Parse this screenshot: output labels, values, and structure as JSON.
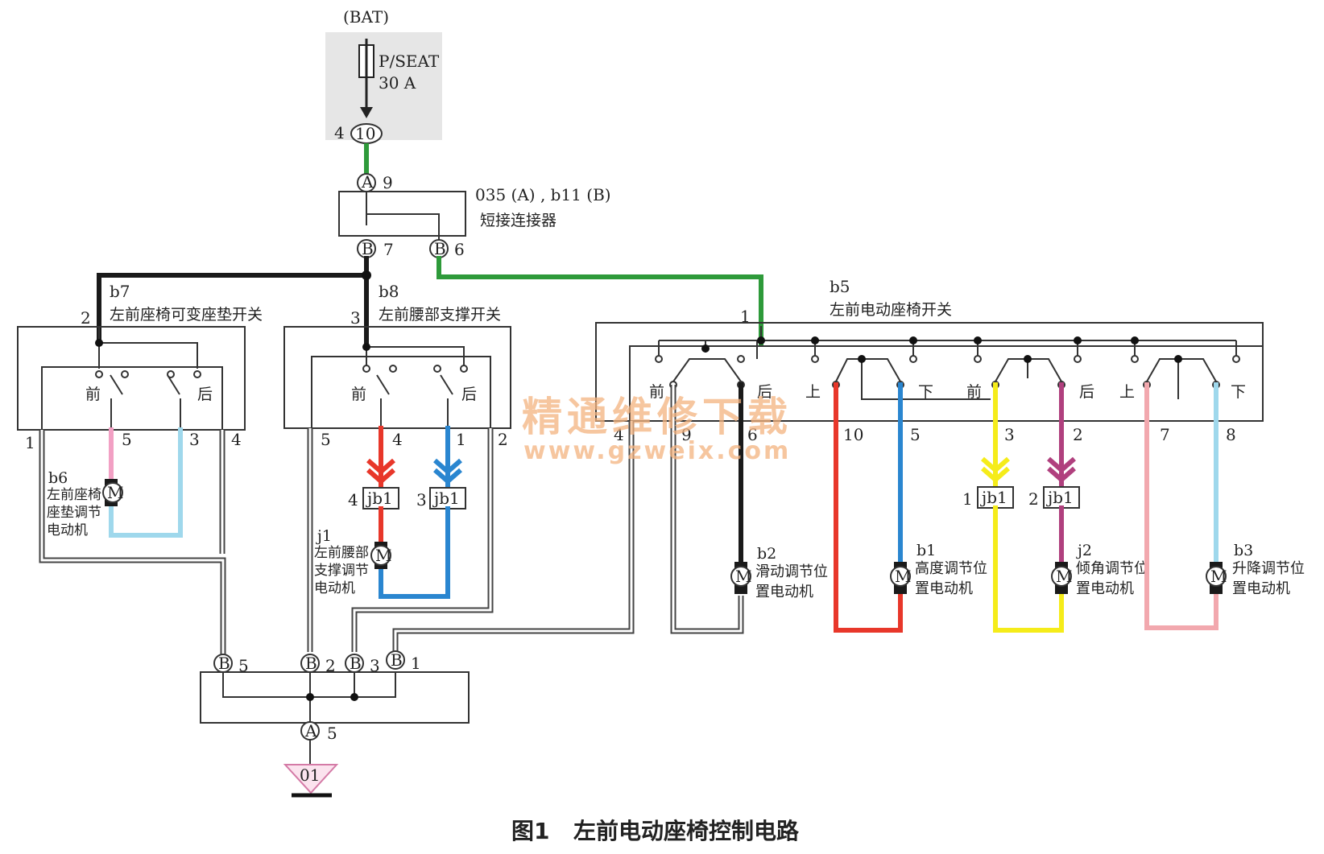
{
  "battery": "(BAT)",
  "fuse": {
    "name": "P/SEAT",
    "rating": "30 A"
  },
  "fuse_pins": {
    "left": "4",
    "right": "10"
  },
  "short_connector": {
    "code": "035 (A) , b11 (B)",
    "name": "短接连接器",
    "pin_in": "A",
    "pin_in_num": "9",
    "pin_b7": "B",
    "pin_b7_num": "7",
    "pin_b6": "B",
    "pin_b6_num": "6"
  },
  "switch_b7": {
    "code": "b7",
    "name": "左前座椅可变座垫开关",
    "pin_top": "2",
    "pos_front": "前",
    "pos_rear": "后",
    "pins": [
      "1",
      "5",
      "3",
      "4"
    ]
  },
  "switch_b8": {
    "code": "b8",
    "name": "左前腰部支撑开关",
    "pin_top": "3",
    "pos_front": "前",
    "pos_rear": "后",
    "pins": [
      "5",
      "4",
      "1",
      "2"
    ]
  },
  "switch_b5": {
    "code": "b5",
    "name": "左前电动座椅开关",
    "pin_top": "1",
    "positions": [
      "前",
      "后",
      "上",
      "下",
      "前",
      "后",
      "上",
      "下"
    ],
    "pins": [
      "4",
      "9",
      "6",
      "10",
      "5",
      "3",
      "2",
      "7",
      "8"
    ]
  },
  "motor_symbol": "M",
  "junction_label": "jb1",
  "junction_pins": [
    "4",
    "3",
    "1",
    "2"
  ],
  "motors": {
    "b6": {
      "code": "b6",
      "name": "左前座椅座垫调节电动机"
    },
    "j1": {
      "code": "j1",
      "name": "左前腰部支撑调节电动机"
    },
    "b2": {
      "code": "b2",
      "name": "滑动调节位置电动机"
    },
    "b1": {
      "code": "b1",
      "name": "高度调节位置电动机"
    },
    "j2": {
      "code": "j2",
      "name": "倾角调节位置电动机"
    },
    "b3": {
      "code": "b3",
      "name": "升降调节位置电动机"
    }
  },
  "ground_connector": {
    "pins": [
      {
        "c": "B",
        "n": "5"
      },
      {
        "c": "B",
        "n": "2"
      },
      {
        "c": "B",
        "n": "3"
      },
      {
        "c": "B",
        "n": "1"
      }
    ],
    "out": {
      "c": "A",
      "n": "5"
    }
  },
  "ground": "01",
  "watermark": {
    "line1": "精通维修下载",
    "line2": "www.gzweix.com"
  },
  "caption": {
    "fig": "图1",
    "title": "左前电动座椅控制电路"
  },
  "colors": {
    "green": "#2e9a3a",
    "black": "#1a1a1a",
    "pink": "#f2a0c4",
    "lightblue": "#9fd8ec",
    "red": "#e8372a",
    "blue": "#2a86d0",
    "yellow": "#f5ec1a",
    "purple": "#b0407e",
    "lightpink": "#f2a8ae",
    "panel": "#e6e6e6"
  }
}
